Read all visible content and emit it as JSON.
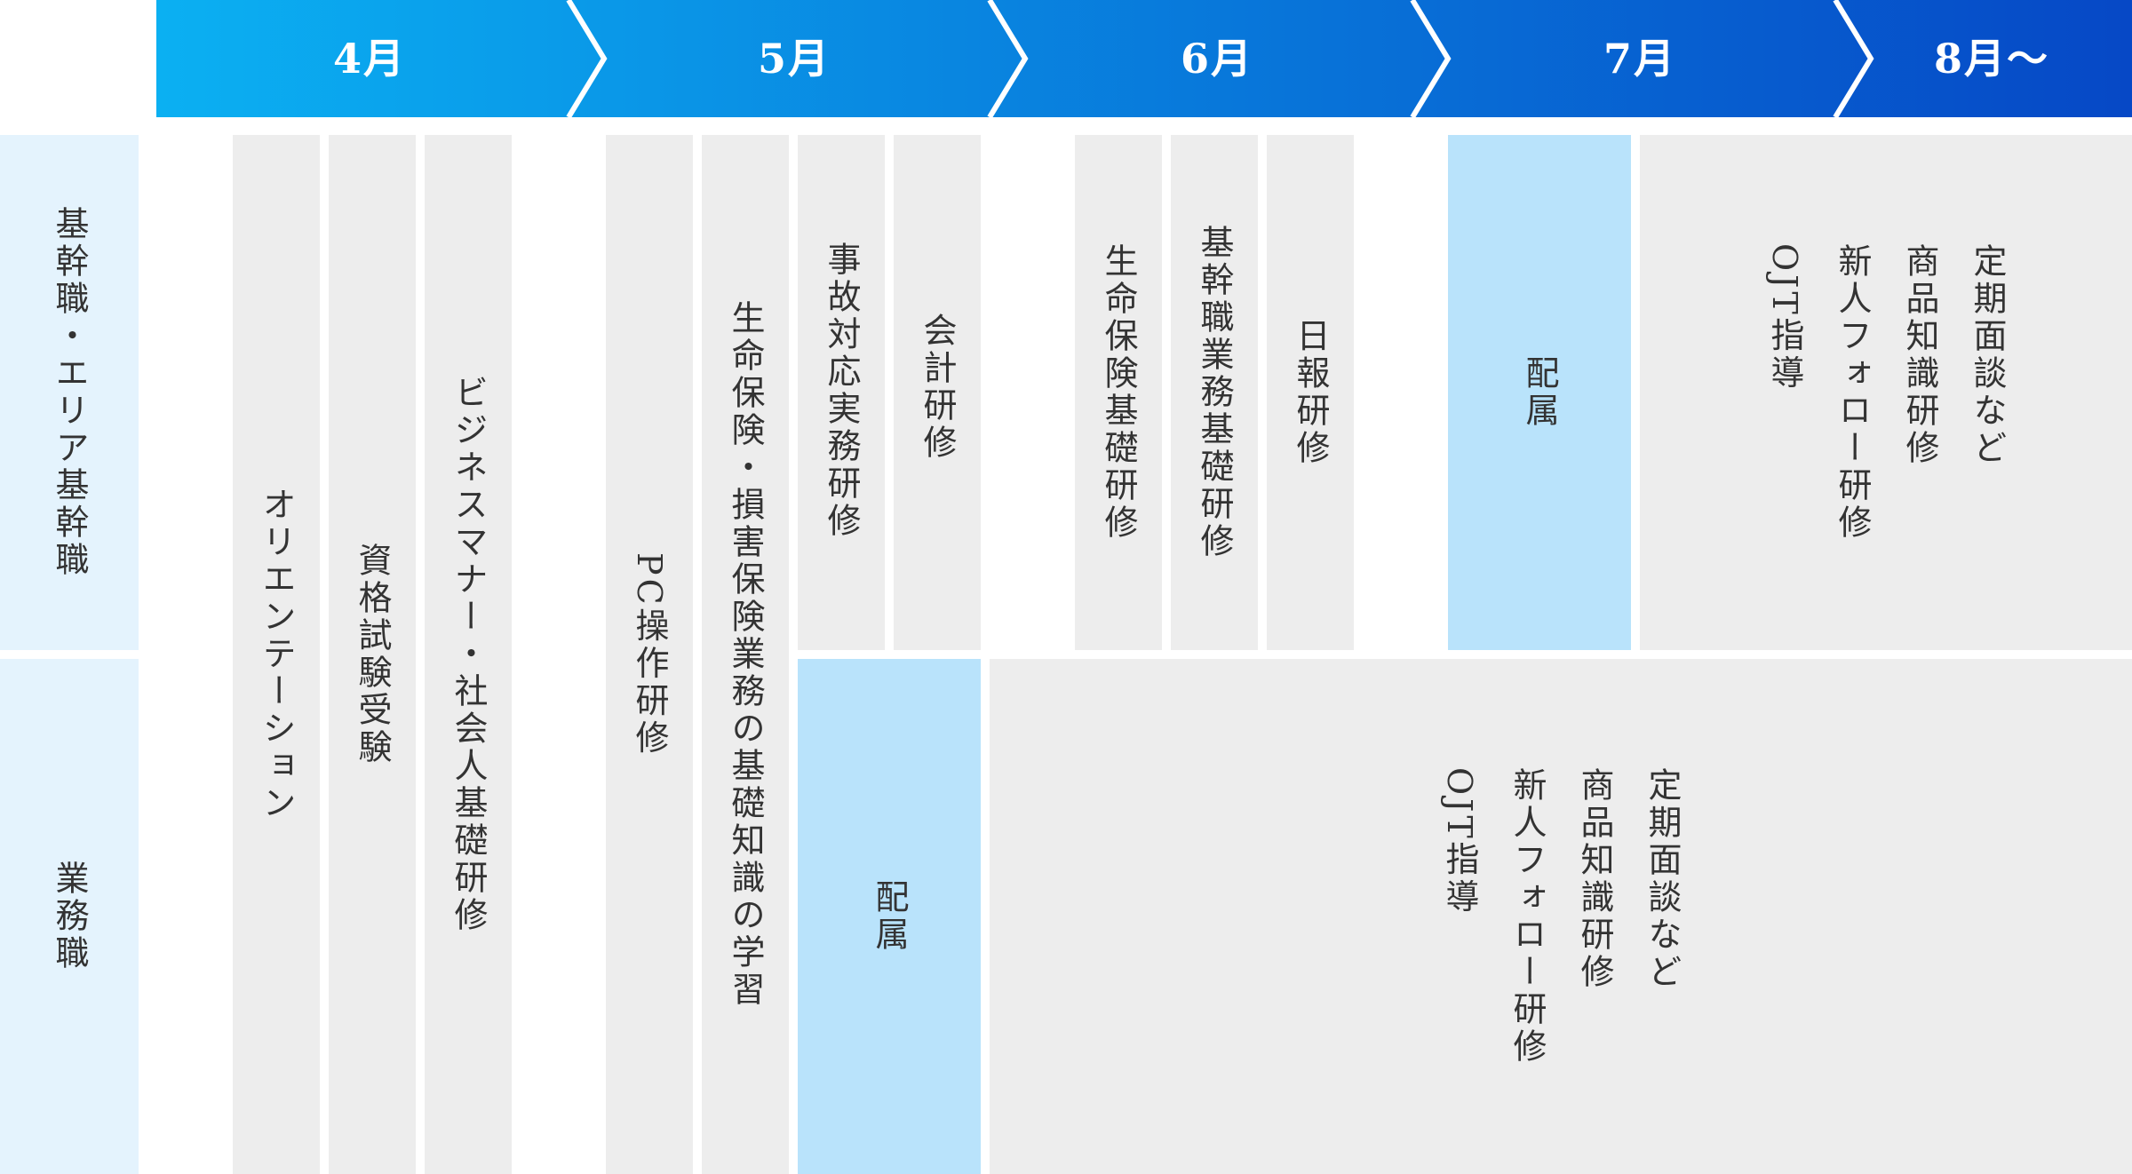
{
  "timeline": {
    "months": [
      "4月",
      "5月",
      "6月",
      "7月",
      "8月〜"
    ],
    "colors": {
      "start": "#0bb0f2",
      "end": "#0648c6"
    }
  },
  "rows": {
    "top": "基幹職・エリア基幹職",
    "bottom": "業務職"
  },
  "shared": {
    "orientation": "オリエンテーション",
    "qualification": "資格試験受験",
    "business_manner": "ビジネスマナー・社会人基礎研修",
    "pc": "PC操作研修",
    "insurance": "生命保険・損害保険業務の基礎知識の学習"
  },
  "top_track": {
    "accident": "事故対応実務研修",
    "accounting": "会計研修",
    "life_insurance": "生命保険基礎研修",
    "career_basic": "基幹職業務基礎研修",
    "daily_report": "日報研修",
    "assignment": "配属",
    "followup": [
      "定期面談など",
      "商品知識研修",
      "新人フォロー研修",
      "OJT指導"
    ]
  },
  "bottom_track": {
    "assignment": "配属",
    "followup": [
      "定期面談など",
      "商品知識研修",
      "新人フォロー研修",
      "OJT指導"
    ]
  }
}
